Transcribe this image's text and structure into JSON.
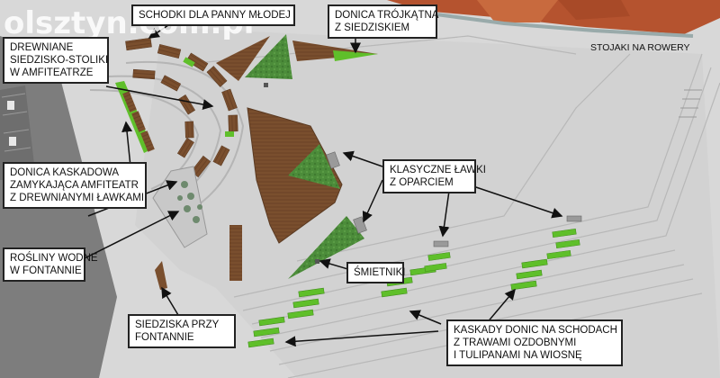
{
  "watermark": "olsztyn.com.pl",
  "labels": {
    "schodki": "SCHODKI DLA PANNY MŁODEJ",
    "donica_trojkatna": [
      "DONICA TRÓJKĄTNA",
      "Z SIEDZISKIEM"
    ],
    "stojaki": "STOJAKI NA ROWERY",
    "drewniane": [
      "DREWNIANE",
      "SIEDZISKO-STOLIKI",
      "W AMFITEATRZE"
    ],
    "klasyczne": [
      "KLASYCZNE ŁAWKI",
      "Z OPARCIEM"
    ],
    "donica_kaskadowa": [
      "DONICA KASKADOWA",
      "ZAMYKAJĄCA AMFITEATR",
      "Z DREWNIANYMI ŁAWKAMI"
    ],
    "smietniki": "ŚMIETNIKI",
    "rosliny": [
      "ROŚLINY WODNE",
      "W FONTANNIE"
    ],
    "siedziska": [
      "SIEDZISKA PRZY",
      "FONTANNIE"
    ],
    "kaskady": [
      "KASKADY DONIC NA SCHODACH",
      "Z TRAWAMI OZDOBNYMI",
      "I TULIPANAMI NA WIOSNĘ"
    ]
  },
  "colors": {
    "pavement": "#d8d8d8",
    "wood": "#7a4f2e",
    "green": "#5fbf2a",
    "grass": "#4c8c3a",
    "roof": "#b5532f",
    "road": "#7a7a7a",
    "label_border": "#222222"
  }
}
